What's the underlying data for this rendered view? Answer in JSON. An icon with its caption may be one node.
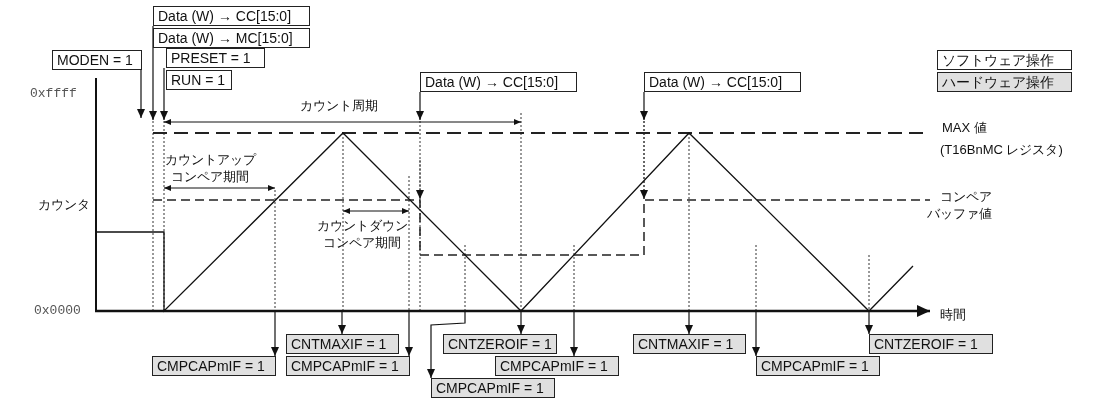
{
  "diagram": {
    "nodes": [
      {
        "text": [
          "MODEN = 1"
        ]
      },
      {
        "text": [
          "Data (W) → CC[15:0]"
        ]
      },
      {
        "text": [
          "Data (W) → MC[15:0]"
        ]
      },
      {
        "text": [
          "PRESET = 1"
        ]
      },
      {
        "text": [
          "RUN = 1"
        ]
      },
      {
        "text": [
          "Data (W) → CC[15:0]"
        ]
      },
      {
        "text": [
          "Data (W) → CC[15:0]"
        ]
      },
      {
        "text": [
          "CMPCAPmIF = 1"
        ]
      },
      {
        "text": [
          "CNTMAXIF = 1"
        ]
      },
      {
        "text": [
          "CMPCAPmIF = 1"
        ]
      },
      {
        "text": [
          "CNTZEROIF = 1"
        ]
      },
      {
        "text": [
          "CMPCAPmIF = 1"
        ]
      },
      {
        "text": [
          "CMPCAPmIF = 1"
        ]
      },
      {
        "text": [
          "CNTMAXIF = 1"
        ]
      },
      {
        "text": [
          "CMPCAPmIF = 1"
        ]
      },
      {
        "text": [
          "CNTZEROIF = 1"
        ]
      }
    ],
    "edges": [
      {
        "from": 0,
        "to": null,
        "arrow": "to"
      },
      {
        "from": 1,
        "to": null,
        "arrow": "to"
      },
      {
        "from": 2,
        "to": null,
        "arrow": "to"
      },
      {
        "from": 3,
        "to": null,
        "arrow": "to"
      },
      {
        "from": 4,
        "to": null,
        "arrow": "to"
      },
      {
        "from": 5,
        "to": null,
        "arrow": "to"
      },
      {
        "from": 6,
        "to": null,
        "arrow": "to"
      },
      {
        "from": null,
        "to": 7,
        "arrow": "to"
      },
      {
        "from": null,
        "to": 8,
        "arrow": "to"
      },
      {
        "from": null,
        "to": 9,
        "arrow": "to"
      },
      {
        "from": null,
        "to": 10,
        "arrow": "to"
      },
      {
        "from": null,
        "to": 11,
        "arrow": "to"
      },
      {
        "from": null,
        "to": 12,
        "arrow": "to"
      },
      {
        "from": null,
        "to": 13,
        "arrow": "to"
      },
      {
        "from": null,
        "to": 14,
        "arrow": "to"
      },
      {
        "from": null,
        "to": 15,
        "arrow": "to"
      }
    ],
    "labels": [
      "0xffff",
      "カウンタ",
      "0x0000",
      "カウント周期",
      "カウントアップコンペア期間",
      "カウントダウンコンペア期間",
      "MAX 値",
      "(T16BnMC レジスタ)",
      "コンペアバッファ値",
      "時間"
    ],
    "legend": [
      {
        "text": "ソフトウェア操作",
        "color": "#ffffff"
      },
      {
        "text": "ハードウェア操作",
        "color": "#e0e0e0"
      }
    ]
  }
}
